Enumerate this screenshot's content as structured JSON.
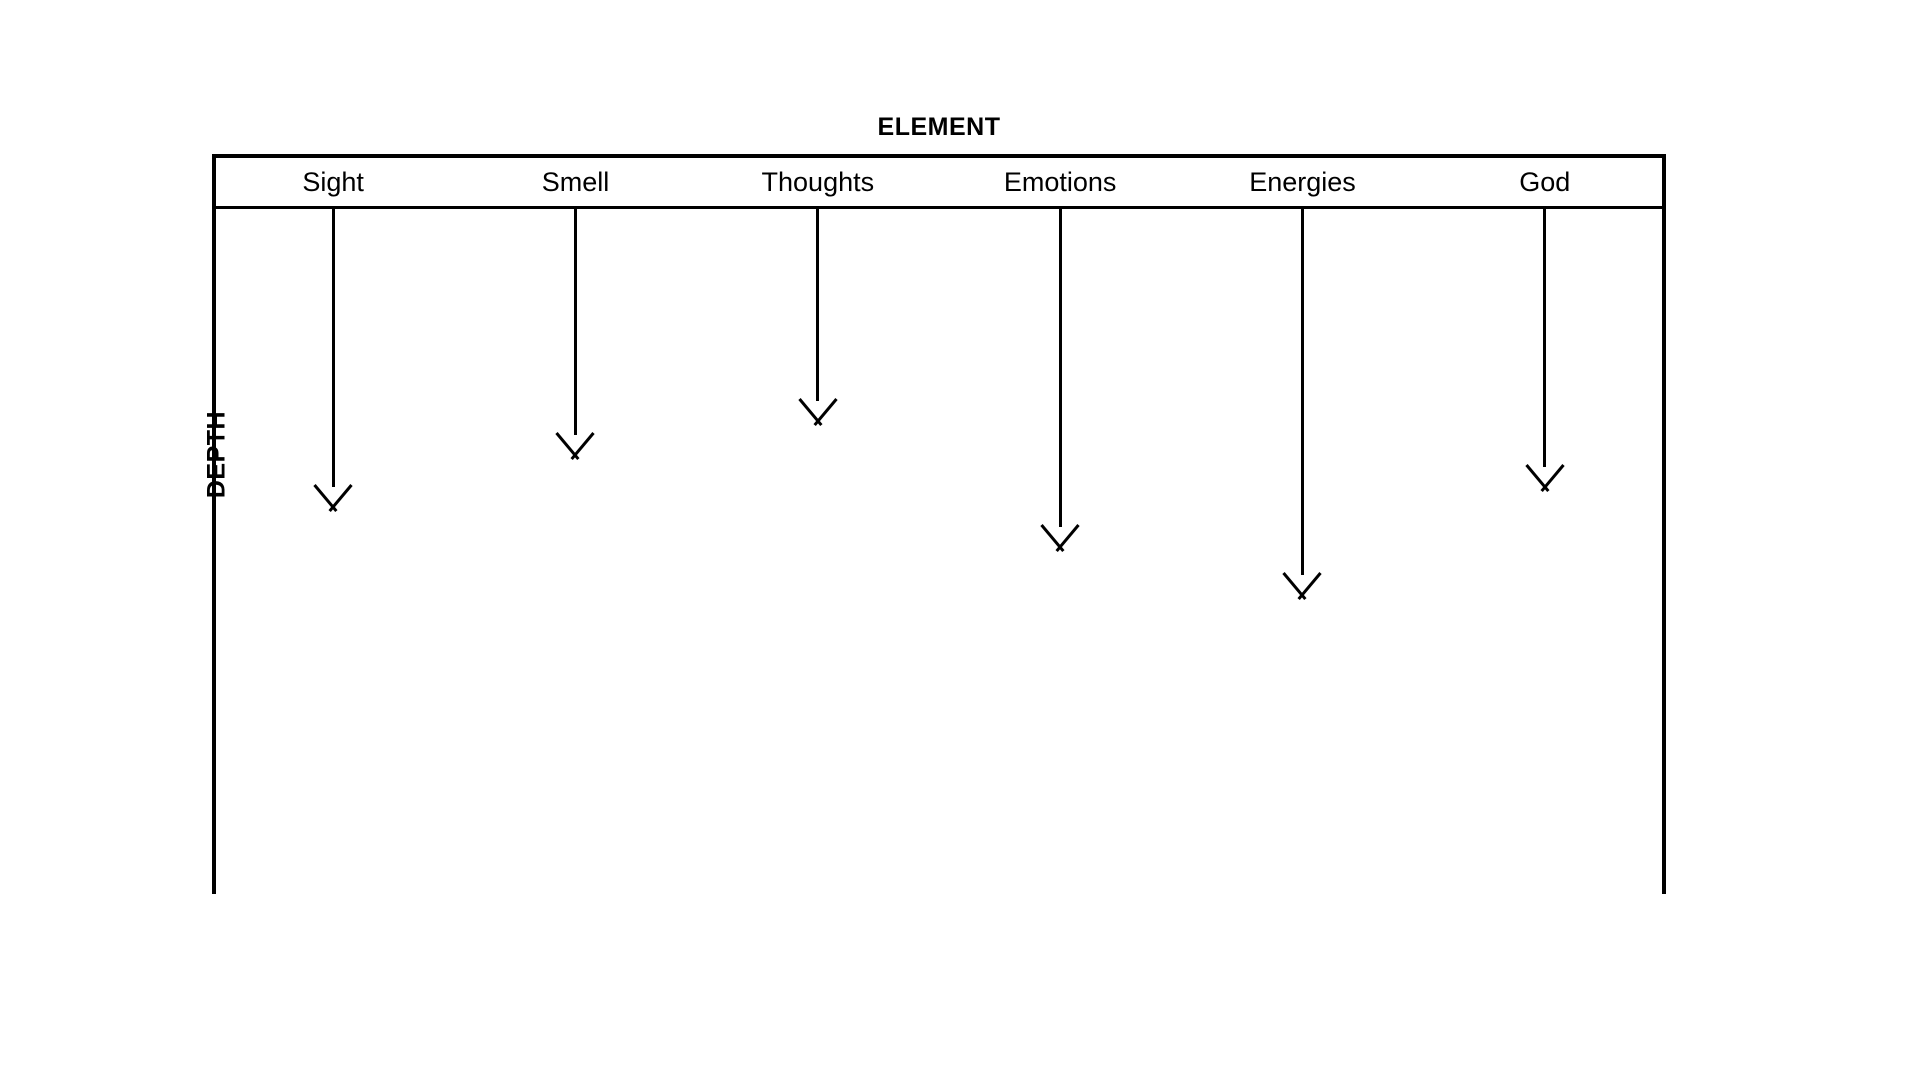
{
  "chart_data": {
    "type": "diagram",
    "title": "ELEMENT",
    "xlabel": "ELEMENT",
    "ylabel": "DEPTH",
    "grid": false,
    "legend": "none",
    "categories": [
      "Sight",
      "Smell",
      "Thoughts",
      "Emotions",
      "Energies",
      "God"
    ],
    "values": [
      278,
      226,
      192,
      318,
      366,
      258
    ],
    "unit": "px of depth from header baseline",
    "annotations": [
      "Downward arrow per element indicating relative depth",
      "Open chevron arrowheads, no fill"
    ],
    "series": [
      {
        "name": "Depth",
        "values": [
          278,
          226,
          192,
          318,
          366,
          258
        ]
      }
    ]
  },
  "axes": {
    "x_axis_title": "ELEMENT",
    "y_axis_title": "DEPTH"
  },
  "header": {
    "cells": [
      {
        "label": "Sight"
      },
      {
        "label": "Smell"
      },
      {
        "label": "Thoughts"
      },
      {
        "label": "Emotions"
      },
      {
        "label": "Energies"
      },
      {
        "label": "God"
      }
    ]
  },
  "arrows": [
    {
      "name": "sight",
      "label": "Sight",
      "depth": 278
    },
    {
      "name": "smell",
      "label": "Smell",
      "depth": 226
    },
    {
      "name": "thoughts",
      "label": "Thoughts",
      "depth": 192
    },
    {
      "name": "emotions",
      "label": "Emotions",
      "depth": 318
    },
    {
      "name": "energies",
      "label": "Energies",
      "depth": 366
    },
    {
      "name": "god",
      "label": "God",
      "depth": 258
    }
  ],
  "colors": {
    "stroke": "#000000",
    "background": "#ffffff"
  }
}
